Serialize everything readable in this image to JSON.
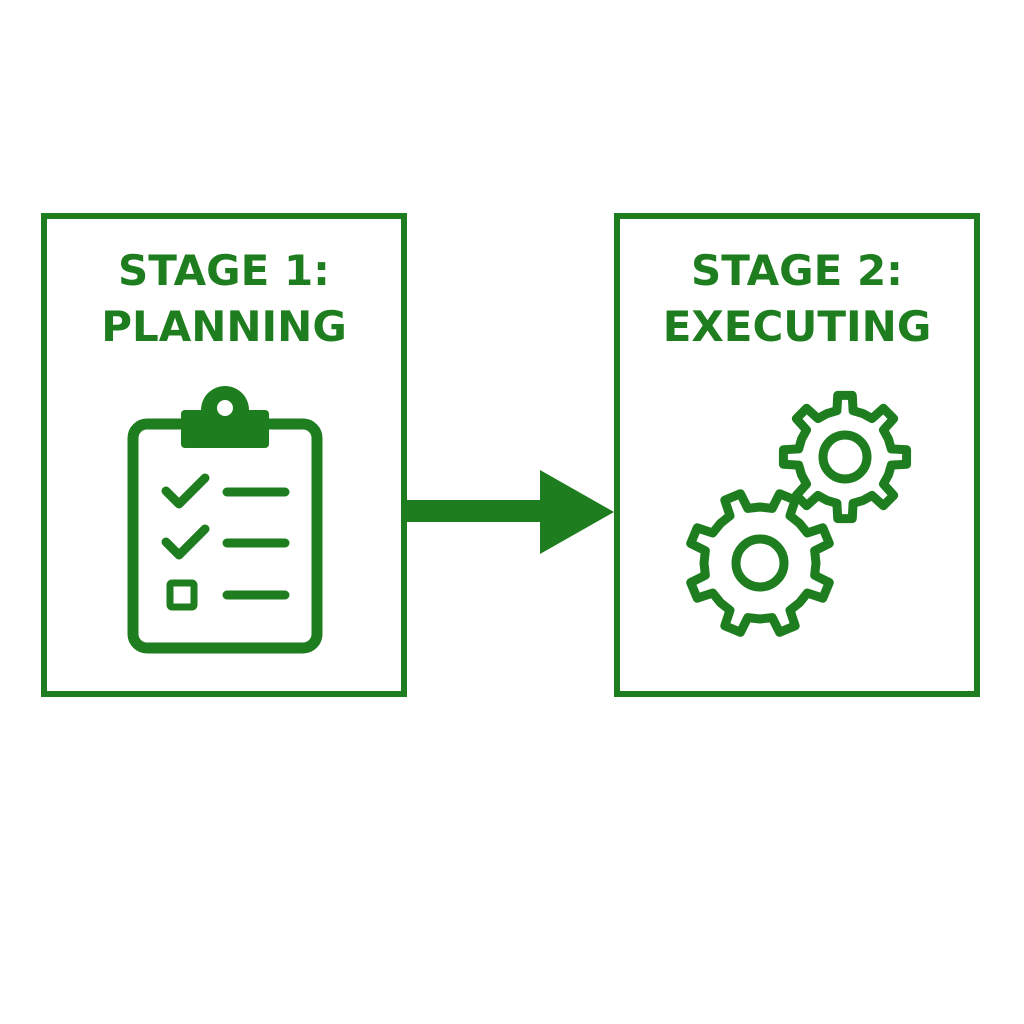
{
  "diagram": {
    "accent_color": "#1e7d1e",
    "stages": [
      {
        "title_line1": "STAGE 1:",
        "title_line2": "PLANNING",
        "icon": "clipboard-checklist-icon"
      },
      {
        "title_line1": "STAGE 2:",
        "title_line2": "EXECUTING",
        "icon": "gears-icon"
      }
    ],
    "connector": "arrow-right-icon"
  }
}
